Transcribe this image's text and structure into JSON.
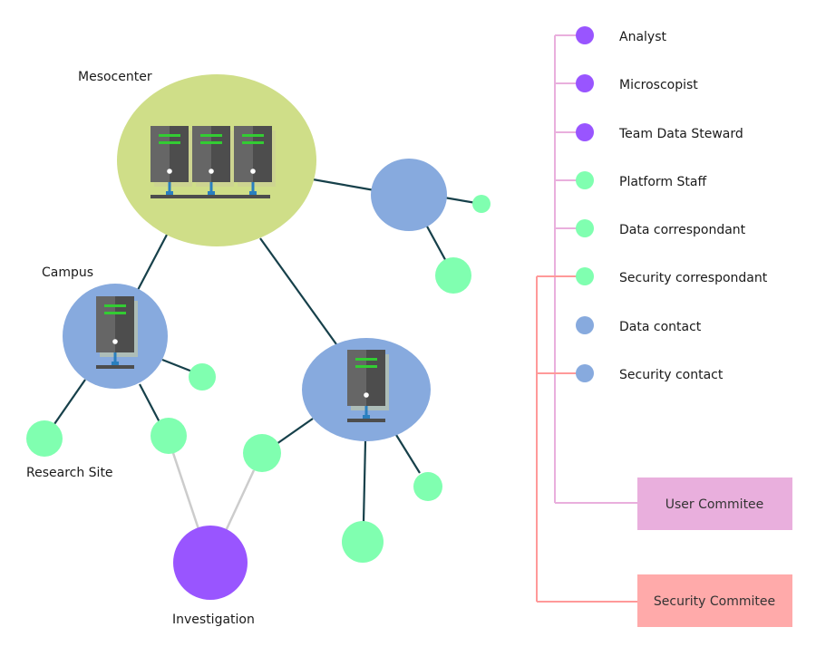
{
  "labels": {
    "mesocenter": "Mesocenter",
    "campus": "Campus",
    "research_site": "Research Site",
    "investigation": "Investigation"
  },
  "legend": [
    {
      "label": "Analyst",
      "color": "#9955ff"
    },
    {
      "label": "Microscopist",
      "color": "#9955ff"
    },
    {
      "label": "Team Data Steward",
      "color": "#9955ff"
    },
    {
      "label": "Platform Staff",
      "color": "#80ffb0"
    },
    {
      "label": "Data correspondant",
      "color": "#80ffb0"
    },
    {
      "label": "Security correspondant",
      "color": "#80ffb0"
    },
    {
      "label": "Data contact",
      "color": "#87aade"
    },
    {
      "label": "Security contact",
      "color": "#87aade"
    }
  ],
  "committees": {
    "user": {
      "label": "User Commitee",
      "color": "#e9afdd"
    },
    "security": {
      "label": "Security Commitee",
      "color": "#ffaaaa"
    }
  },
  "colors": {
    "mesocenter": "#cfde88",
    "site": "#87aade",
    "staff": "#80ffb0",
    "investigation": "#9955ff",
    "link": "#16404a",
    "investigation_link": "#cccccc",
    "user_bracket": "#e9afdd",
    "security_bracket": "#ff9999"
  }
}
